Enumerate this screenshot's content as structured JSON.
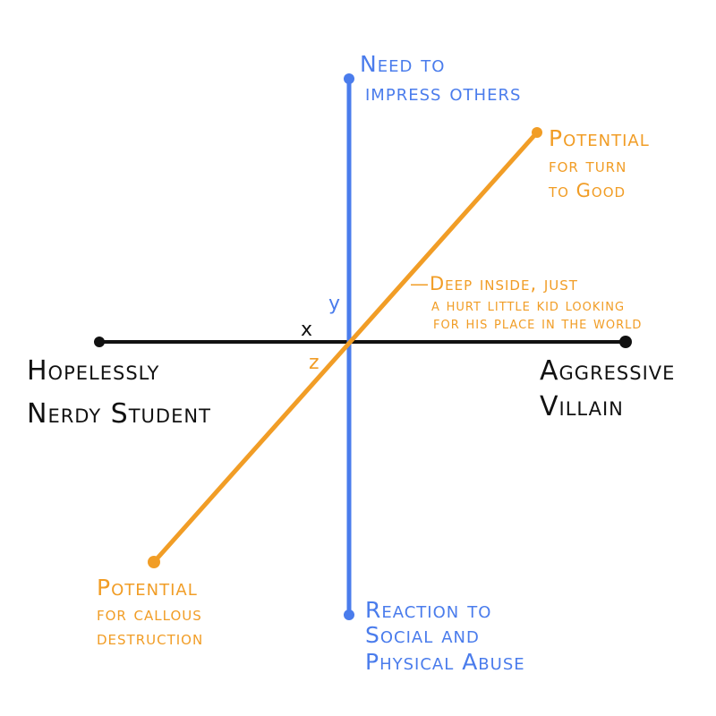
{
  "colors": {
    "x_axis": "#111111",
    "y_axis": "#4a7cec",
    "z_axis": "#f19d26",
    "background": "#ffffff"
  },
  "axes": {
    "x": {
      "letter": "x",
      "left_label": [
        "Hopelessly",
        "Nerdy Student"
      ],
      "right_label": [
        "Aggressive",
        "Villain"
      ]
    },
    "y": {
      "letter": "y",
      "top_label": [
        "Need to",
        "impress others"
      ],
      "bottom_label": [
        "Reaction to",
        "Social and",
        "Physical Abuse"
      ]
    },
    "z": {
      "letter": "z",
      "positive_label": [
        "Potential",
        "for turn",
        "to Good"
      ],
      "negative_label": [
        "Potential",
        "for callous",
        "destruction"
      ]
    }
  },
  "annotation": {
    "lines": [
      "—Deep inside, just",
      "a hurt little kid looking",
      "for his place in the world"
    ]
  }
}
